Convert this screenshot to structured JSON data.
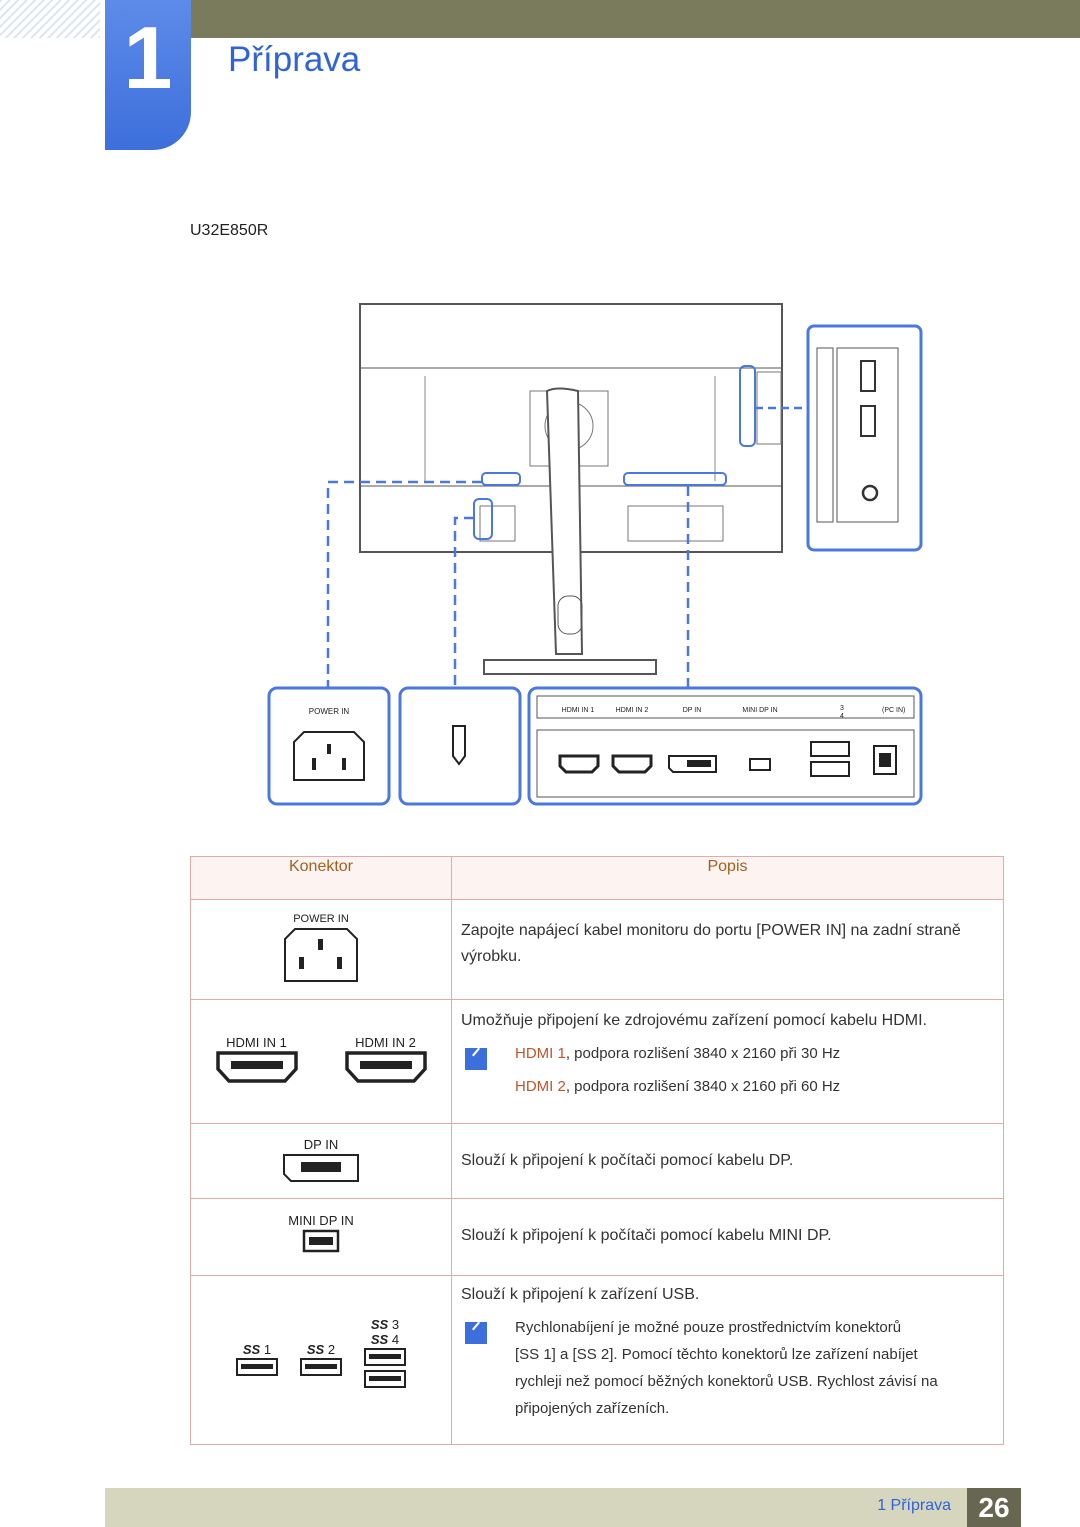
{
  "chapter": {
    "number": "1",
    "title": "Příprava"
  },
  "model": "U32E850R",
  "diagram": {
    "power_label": "POWER IN",
    "ports": [
      "HDMI IN 1",
      "HDMI IN 2",
      "DP IN",
      "MINI DP IN"
    ],
    "usb3": "3",
    "usb4": "4",
    "pcin": "(PC IN)"
  },
  "table": {
    "headers": {
      "connector": "Konektor",
      "description": "Popis"
    },
    "power": {
      "label": "POWER IN",
      "desc": "Zapojte napájecí kabel monitoru do portu [POWER IN] na zadní straně výrobku."
    },
    "hdmi": {
      "label1": "HDMI IN 1",
      "label2": "HDMI IN 2",
      "desc": "Umožňuje připojení ke zdrojovému zařízení pomocí kabelu HDMI.",
      "note1_hl": "HDMI 1",
      "note1": ", podpora rozlišení 3840 x 2160 při 30 Hz",
      "note2_hl": "HDMI 2",
      "note2": ", podpora rozlišení 3840 x 2160 při 60 Hz"
    },
    "dp": {
      "label": "DP IN",
      "desc": "Slouží k připojení k počítači pomocí kabelu DP."
    },
    "minidp": {
      "label": "MINI DP IN",
      "desc": "Slouží k připojení k počítači pomocí kabelu MINI DP."
    },
    "usb": {
      "n1": "1",
      "n2": "2",
      "n3": "3",
      "n4": "4",
      "desc": "Slouží k připojení k zařízení USB.",
      "note_a": "Rychlonabíjení je možné pouze prostřednictvím konektorů",
      "note_b": "[SS 1] a [SS 2]. Pomocí těchto konektorů lze zařízení nabíjet",
      "note_c": "rychleji než pomocí běžných konektorů USB. Rychlost závisí na",
      "note_d": "připojených zařízeních."
    }
  },
  "footer": {
    "label": "1 Příprava",
    "page": "26"
  }
}
